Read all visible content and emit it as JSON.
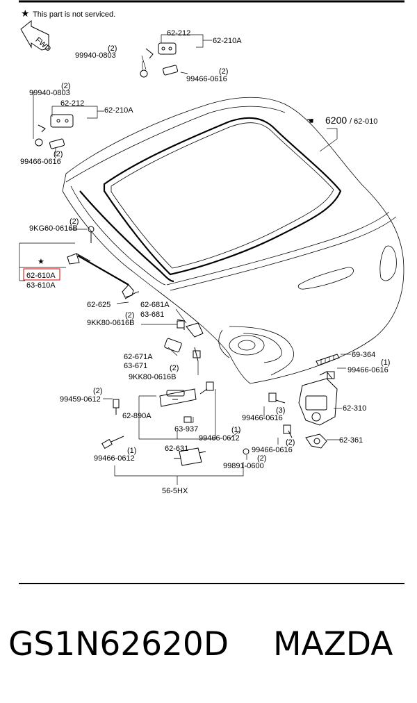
{
  "note": "This part is not serviced.",
  "fwd": "FWD",
  "highlight_color": "#e00000",
  "labels": {
    "l62212a": "62-212",
    "l62210Aa": "62-210A",
    "q1": "(2)",
    "l99940a": "99940-0803",
    "q2": "(2)",
    "l99466a": "99466-0616",
    "q3": "(2)",
    "l99940b": "99940-0803",
    "l62212b": "62-212",
    "l62210Ab": "62-210A",
    "q4": "(2)",
    "l99466b": "99466-0616",
    "l6200": "6200",
    "l62010": "/ 62-010",
    "q5": "(2)",
    "l9kg60": "9KG60-0616B",
    "l62610A": "62-610A",
    "l63610A": "63-610A",
    "l62625": "62-625",
    "l62681A": "62-681A",
    "l63681": "63-681",
    "q6": "(2)",
    "l9kk80a": "9KK80-0616B",
    "l62671A": "62-671A",
    "l63671": "63-671",
    "q7": "(2)",
    "l9kk80b": "9KK80-0616B",
    "l69364": "69-364",
    "q8": "(1)",
    "l99466c": "99466-0616",
    "q9": "(2)",
    "l99459": "99459-0612",
    "l62890A": "62-890A",
    "l63937": "63-937",
    "q10": "(1)",
    "l99466d": "99466-0612",
    "q11": "(3)",
    "l99466e": "99466-0616",
    "l62310": "62-310",
    "q12": "(2)",
    "l99466f": "99466-0616",
    "l62361": "62-361",
    "q13": "(1)",
    "l99466g": "99466-0612",
    "l62631": "62-631",
    "q14": "(2)",
    "l99891": "99891-0600",
    "l565HX": "56-5HX"
  },
  "caption": {
    "part_number": "GS1N62620D",
    "brand": "MAZDA"
  }
}
